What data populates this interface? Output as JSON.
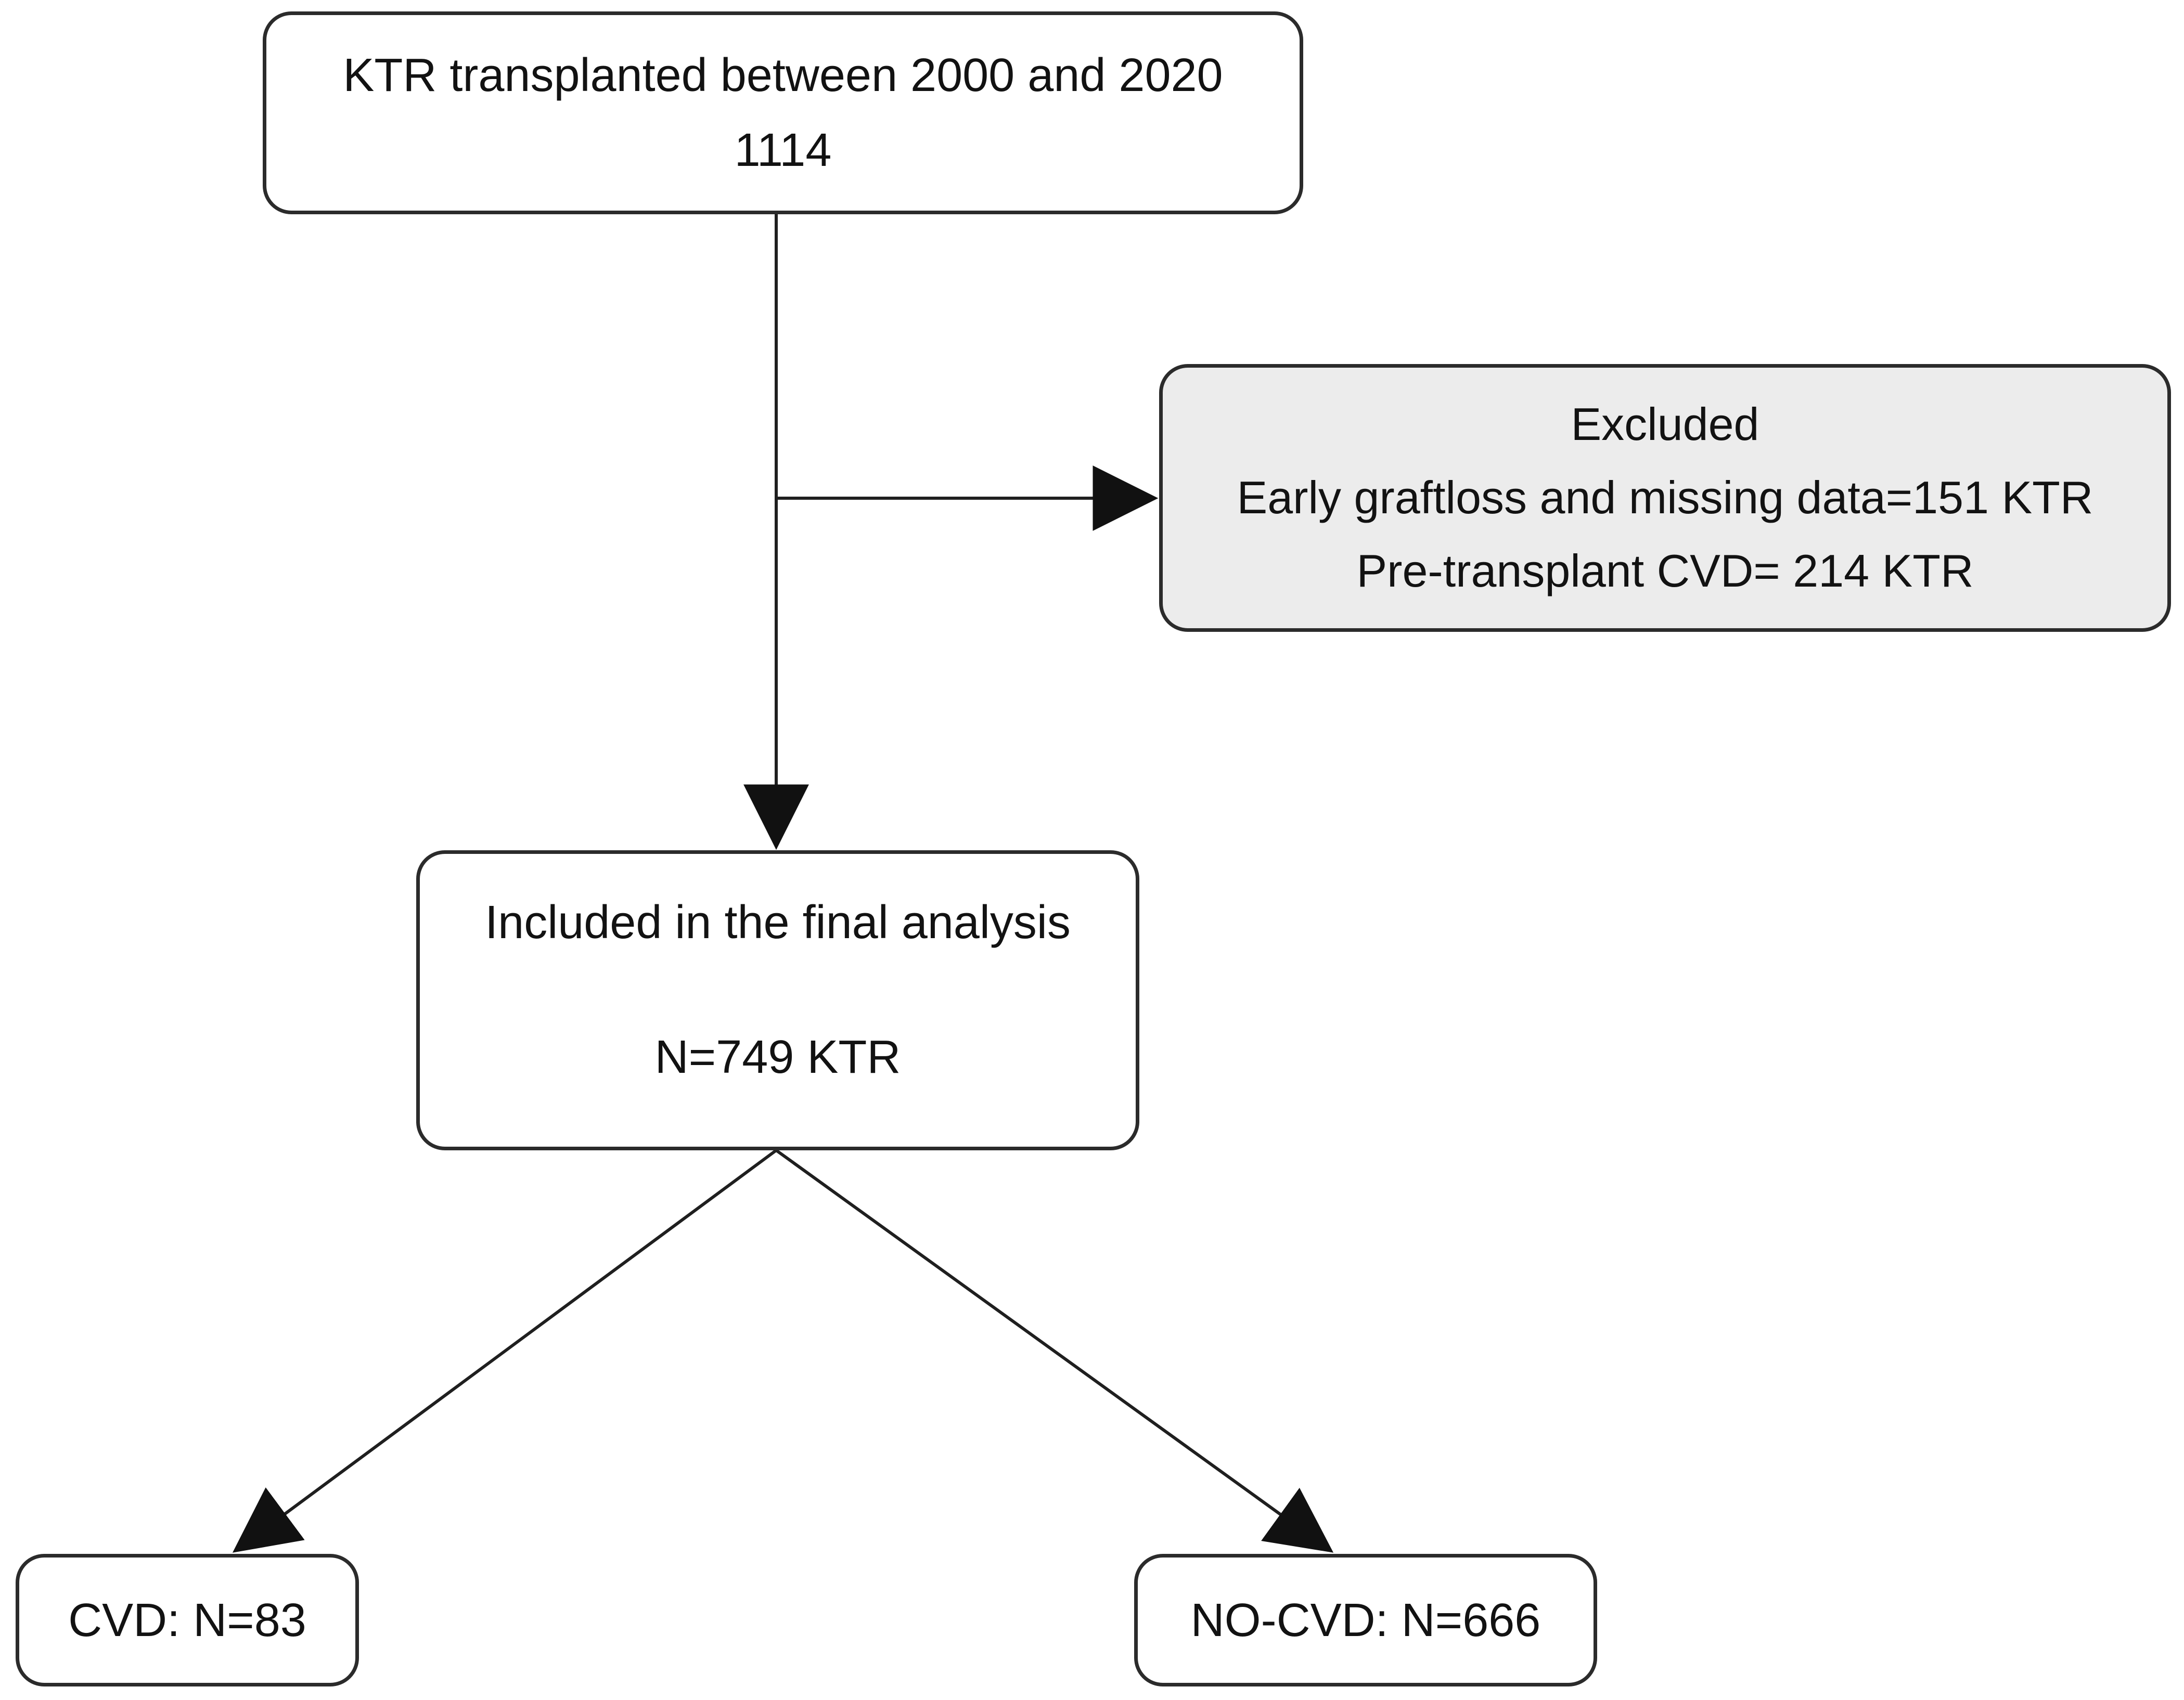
{
  "figure": {
    "type": "patient-flow-diagram",
    "boxes": {
      "source": {
        "line1": "KTR transplanted between 2000 and 2020",
        "line2": "1114"
      },
      "excluded": {
        "title": "Excluded",
        "line1": "Early graftloss and missing data=151 KTR",
        "line2": "Pre-transplant CVD= 214 KTR"
      },
      "included": {
        "line1": "Included in the final analysis",
        "line2": "N=749 KTR"
      },
      "cvd": {
        "label": "CVD: N=83"
      },
      "no_cvd": {
        "label": "NO-CVD: N=666"
      }
    },
    "colors": {
      "background": "#ffffff",
      "box_fill": "#ffffff",
      "excluded_fill": "#ececec",
      "box_border": "#2b2b2b",
      "connector_line": "#1f1f1f",
      "arrowhead": "#111111",
      "text": "#121212"
    }
  }
}
